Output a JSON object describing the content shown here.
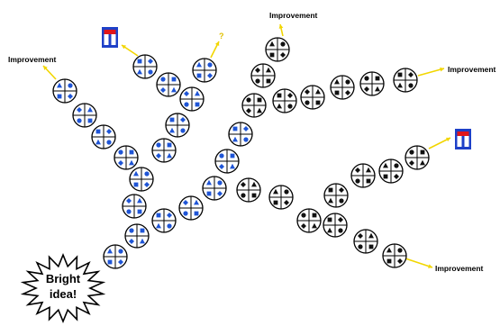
{
  "burst": {
    "line1": "Bright",
    "line2": "idea!"
  },
  "labels": {
    "improvement_left": "Improvement",
    "improvement_top": "Improvement",
    "improvement_right": "Improvement",
    "improvement_bottom": "Improvement",
    "question_mark": "?"
  },
  "colors": {
    "blue_marks": "#1f55d6",
    "black_marks": "#111111",
    "arrow": "#f2d600",
    "flag_red": "#e0151b",
    "flag_blue": "#1e40c8"
  },
  "icons": [
    "starburst",
    "quartered-circle-node",
    "dead-end-sign",
    "yellow-arrow"
  ]
}
